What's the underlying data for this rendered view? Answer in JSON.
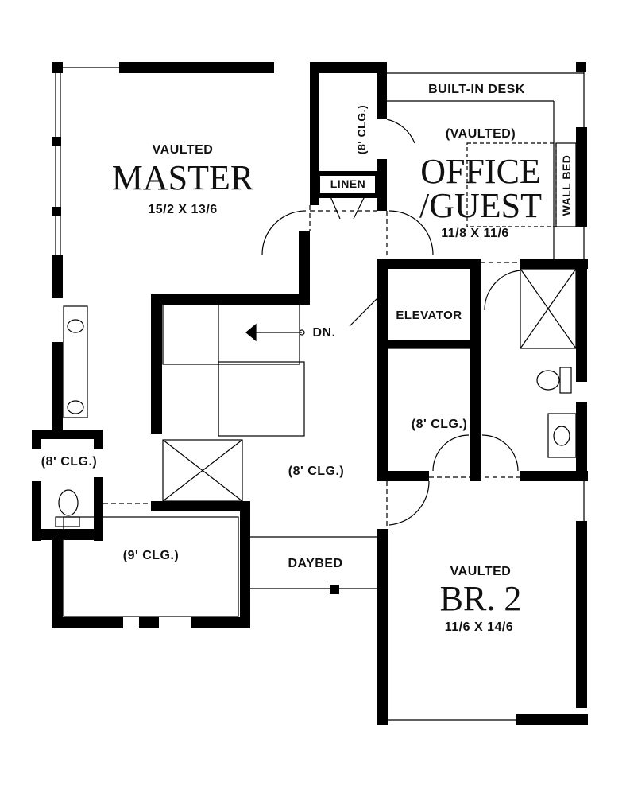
{
  "plan": {
    "master": {
      "note": "VAULTED",
      "name": "MASTER",
      "size": "15/2 X 13/6"
    },
    "office": {
      "desk": "BUILT-IN DESK",
      "note": "(VAULTED)",
      "name_line1": "OFFICE",
      "name_line2": "/GUEST",
      "size": "11/8 X 11/6",
      "wall_bed": "WALL BED"
    },
    "closet_top": "(8' CLG.)",
    "linen": "LINEN",
    "stairs": "DN.",
    "elevator": "ELEVATOR",
    "closet_mid": "(8' CLG.)",
    "hall": "(8' CLG.)",
    "wc": "(8' CLG.)",
    "walkin": "(9' CLG.)",
    "daybed": "DAYBED",
    "br2": {
      "note": "VAULTED",
      "name": "BR. 2",
      "size": "11/6 X 14/6"
    }
  }
}
